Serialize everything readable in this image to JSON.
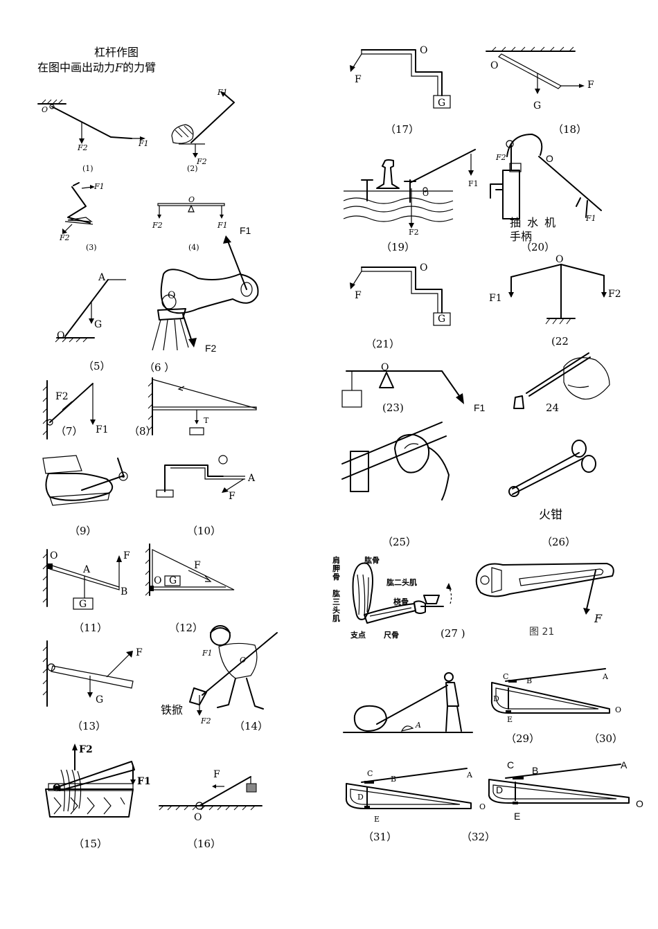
{
  "header": {
    "title": "杠杆作图",
    "instruction_pre": "在图中画出动力",
    "instruction_var": "F",
    "instruction_post": "的力臂"
  },
  "captions": {
    "c1": "(1)",
    "c2": "(2)",
    "c3": "(3)",
    "c4": "(4)",
    "c5": "（5）",
    "c6": "（6 ）",
    "c7": "（7）",
    "c8": "（8）",
    "c9": "（9）",
    "c10": "（10）",
    "c11": "（11）",
    "c12": "（12）",
    "c13": "（13）",
    "c14": "（14）",
    "c15": "（15）",
    "c16": "（16）",
    "c17": "（17）",
    "c18": "（18）",
    "c19": "（19）",
    "c20": "（20）",
    "c21": "（21）",
    "c22": "(22",
    "c23": "(23)",
    "c24": "24",
    "c25": "（25）",
    "c26": "（26）",
    "c27": "(27 )",
    "c29": "（29）",
    "c30": "（30）",
    "c31": "（31）",
    "c32": "（32）"
  },
  "labels": {
    "O": "O",
    "F": "F",
    "G": "G",
    "F1": "F1",
    "F2": "F2",
    "T": "T",
    "A": "A",
    "B": "B",
    "C": "C",
    "D": "D",
    "E": "E",
    "F1_sub": "F",
    "sub1": "1",
    "sub2": "2"
  },
  "text": {
    "pump_handle_1": "抽 水 机",
    "pump_handle_2": "手柄",
    "fire_tongs": "火钳",
    "shovel": "铁掀",
    "fig21": "图 21",
    "arm_bone1": "肩胛骨",
    "arm_bone2": "肱骨",
    "arm_bicep": "肱二头肌",
    "arm_tricep": "肱三头肌",
    "arm_radius": "桡骨",
    "arm_ulna": "尺骨",
    "arm_fulcrum": "支点"
  }
}
